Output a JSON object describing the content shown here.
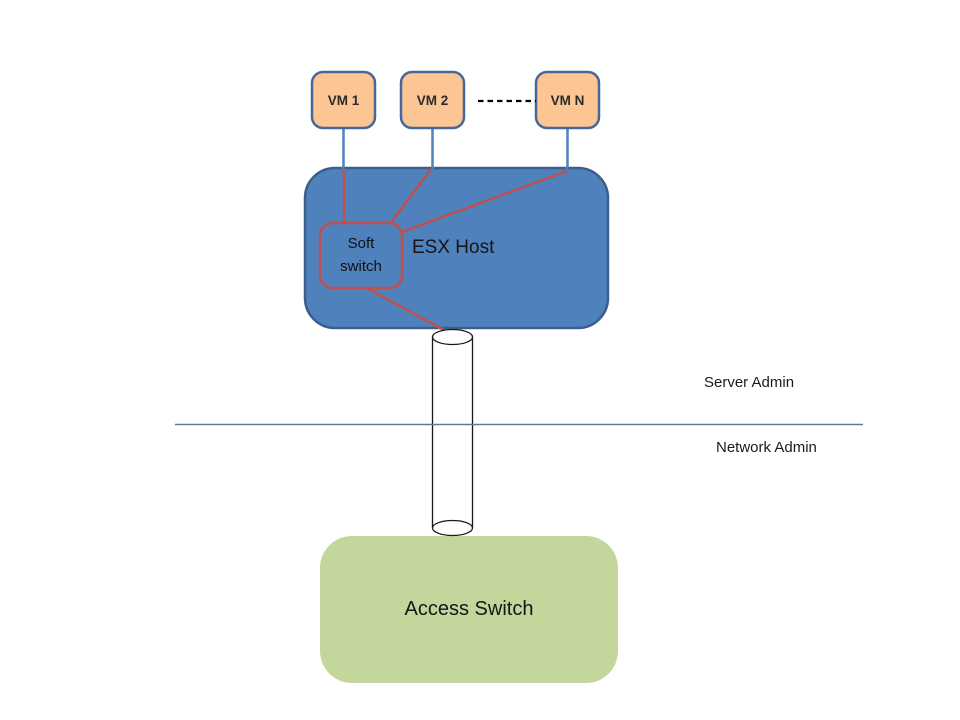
{
  "diagram": {
    "title_context": "ESX host virtual networking diagram",
    "vm_boxes": [
      {
        "label": "VM 1"
      },
      {
        "label": "VM 2"
      },
      {
        "label": "VM N"
      }
    ],
    "esx_host_label": "ESX Host",
    "soft_switch_label": "Soft switch",
    "access_switch_label": "Access Switch",
    "server_admin_label": "Server Admin",
    "network_admin_label": "Network Admin",
    "colors": {
      "vm_fill": "#FBC693",
      "vm_border": "#46679C",
      "host_fill": "#4F81BD",
      "host_border": "#3B5F8D",
      "soft_switch_border": "#C0504D",
      "red_link": "#C0504D",
      "blue_link": "#4F81BD",
      "access_switch_fill": "#C3D69B",
      "divider_line": "#5C7B99",
      "cylinder_stroke": "#1A1A1A"
    }
  }
}
